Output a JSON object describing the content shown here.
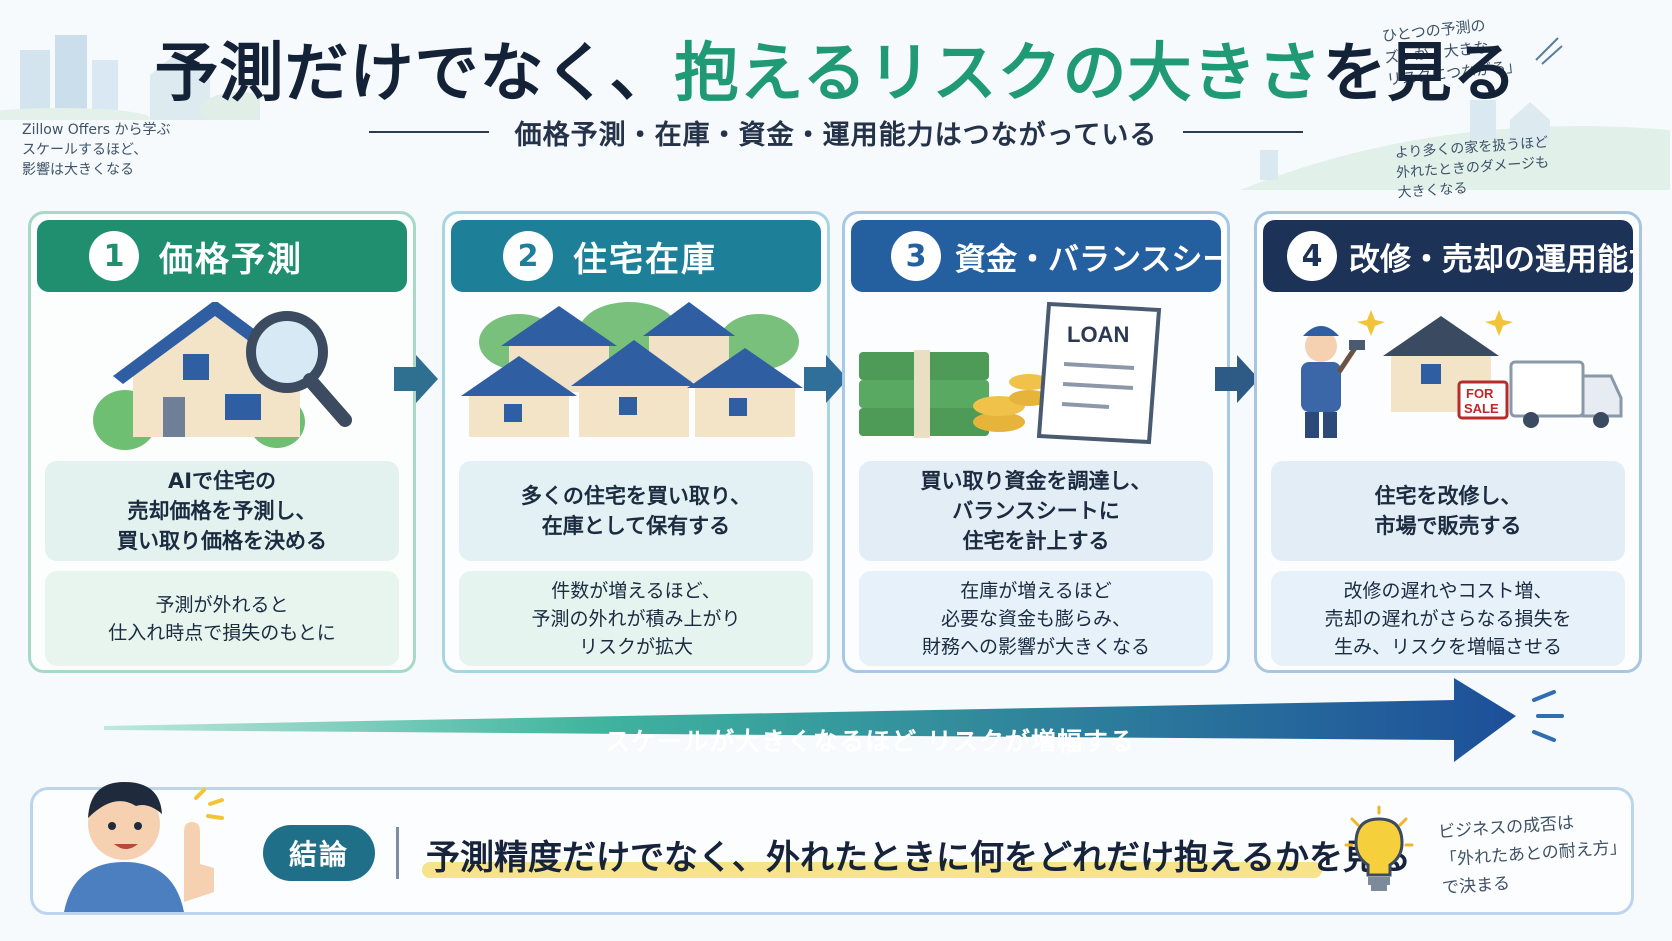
{
  "header": {
    "title_part1": "予測だけでなく、",
    "title_accent": "抱えるリスクの大きさ",
    "title_part2": "を見る",
    "subtitle": "価格予測・在庫・資金・運用能力はつながっている"
  },
  "side_notes": {
    "top_left": "Zillow Offers から学ぶ\nスケールするほど、\n影響は大きくなる",
    "top_right_1": "ひとつの予測の\nズレが、大きな\nリスクにつながる」",
    "top_right_2": "より多くの家を扱うほど\n外れたときのダメージも\n大きくなる"
  },
  "cards": [
    {
      "number": "1",
      "title": "価格予測",
      "main": "AIで住宅の\n売却価格を予測し、\n買い取り価格を決める",
      "risk": "予測が外れると\n仕入れ時点で損失のもとに",
      "color": "#1f8f70"
    },
    {
      "number": "2",
      "title": "住宅在庫",
      "main": "多くの住宅を買い取り、\n在庫として保有する",
      "risk": "件数が増えるほど、\n予測の外れが積み上がり\nリスクが拡大",
      "color": "#1e7f99"
    },
    {
      "number": "3",
      "title": "資金・バランスシート",
      "main": "買い取り資金を調達し、\nバランスシートに\n住宅を計上する",
      "risk": "在庫が増えるほど\n必要な資金も膨らみ、\n財務への影響が大きくなる",
      "color": "#245fa0",
      "loan_label": "LOAN"
    },
    {
      "number": "4",
      "title": "改修・売却の運用能力",
      "main": "住宅を改修し、\n市場で販売する",
      "risk": "改修の遅れやコスト増、\n売却の遅れがさらなる損失を\n生み、リスクを増幅させる",
      "color": "#1c3357",
      "sign_label_1": "FOR",
      "sign_label_2": "SALE"
    }
  ],
  "scale_arrow": {
    "label": "スケールが大きくなるほど リスクが増幅する"
  },
  "conclusion": {
    "badge": "結論",
    "text": "予測精度だけでなく、外れたときに何をどれだけ抱えるかを見る",
    "note": "ビジネスの成否は\n「外れたあとの耐え方」\nで決まる"
  }
}
